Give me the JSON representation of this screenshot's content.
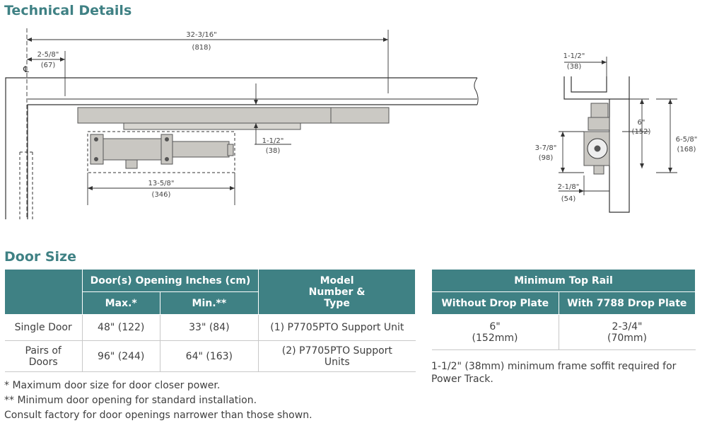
{
  "technical": {
    "title": "Technical Details",
    "centerline_symbol": "℄",
    "dims": {
      "overall_in": "32-3/16\"",
      "overall_mm": "(818)",
      "offset_in": "2-5/8\"",
      "offset_mm": "(67)",
      "track_gap_in": "1-1/2\"",
      "track_gap_mm": "(38)",
      "unit_len_in": "13-5/8\"",
      "unit_len_mm": "(346)",
      "side_top_in": "1-1/2\"",
      "side_top_mm": "(38)",
      "side_6_in": "6\"",
      "side_6_mm": "(152)",
      "side_total_in": "6-5/8\"",
      "side_total_mm": "(168)",
      "side_unit_in": "3-7/8\"",
      "side_unit_mm": "(98)",
      "side_bottom_in": "2-1/8\"",
      "side_bottom_mm": "(54)"
    }
  },
  "door_size": {
    "title": "Door Size",
    "header_opening": "Door(s) Opening Inches (cm)",
    "header_model": "Model Number & Type",
    "header_max": "Max.*",
    "header_min": "Min.**",
    "rows": [
      {
        "label": "Single Door",
        "max": "48\" (122)",
        "min": "33\" (84)",
        "model": "(1) P7705PTO Support Unit"
      },
      {
        "label": "Pairs of Doors",
        "max": "96\" (244)",
        "min": "64\" (163)",
        "model": "(2) P7705PTO Support Units"
      }
    ]
  },
  "top_rail": {
    "header": "Minimum Top Rail",
    "col1": "Without Drop Plate",
    "col2": "With 7788 Drop Plate",
    "val1_in": "6\"",
    "val1_mm": "(152mm)",
    "val2_in": "2-3/4\"",
    "val2_mm": "(70mm)",
    "note": "1-1/2\" (38mm) minimum frame soffit required for Power Track."
  },
  "notes": [
    "*  Maximum door size for door closer power.",
    "** Minimum door opening for standard installation.",
    "Consult factory for door openings narrower than those shown."
  ],
  "colors": {
    "accent": "#3f8184",
    "line": "#333333",
    "part": "#c9c7c2"
  }
}
